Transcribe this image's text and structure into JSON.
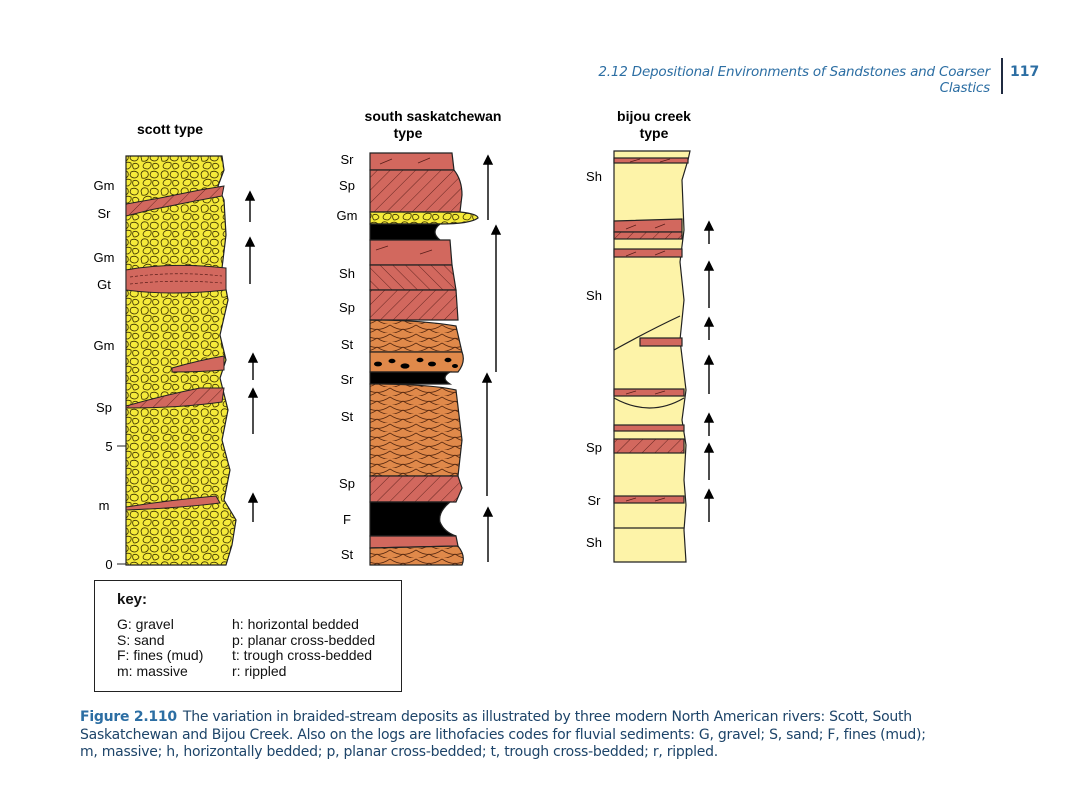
{
  "header": {
    "running_head": "2.12 Depositional Environments of Sandstones and Coarser Clastics",
    "page_number": "117"
  },
  "columns": {
    "scott": {
      "title_lines": [
        "scott type"
      ],
      "labels": [
        "Gm",
        "Sr",
        "Gm",
        "Gt",
        "Gm",
        "Sp",
        "m"
      ],
      "scale_labels": [
        "5",
        "0"
      ]
    },
    "south_saskatchewan": {
      "title_lines": [
        "south saskatchewan",
        "type"
      ],
      "labels": [
        "Sr",
        "Sp",
        "Gm",
        "Sh",
        "Sp",
        "St",
        "Sr",
        "St",
        "Sp",
        "F",
        "St"
      ]
    },
    "bijou_creek": {
      "title_lines": [
        "bijou creek",
        "type"
      ],
      "labels": [
        "Sh",
        "Sh",
        "Sp",
        "Sr",
        "Sh"
      ]
    }
  },
  "key": {
    "title": "key:",
    "left_items": [
      "G: gravel",
      "S: sand",
      "F: fines (mud)",
      "m: massive"
    ],
    "right_items": [
      "h: horizontal bedded",
      "p: planar cross-bedded",
      "t: trough cross-bedded",
      "r: rippled"
    ]
  },
  "caption": {
    "label": "Figure 2.110",
    "text": "The variation in braided-stream deposits as illustrated by three modern North American rivers: Scott, South Saskatchewan and Bijou Creek. Also on the logs are lithofacies codes for fluvial sediments: G, gravel; S, sand; F, fines (mud); m, massive; h, horizontally bedded; p, planar cross-bedded; t, trough cross-bedded; r, rippled."
  },
  "colors": {
    "gravel": "#f5ea3a",
    "sand_red": "#d2685e",
    "sand_orange": "#e0894a",
    "fines": "#000000",
    "bijou_sand": "#fdf3a8",
    "accent": "#2c6ea3"
  }
}
